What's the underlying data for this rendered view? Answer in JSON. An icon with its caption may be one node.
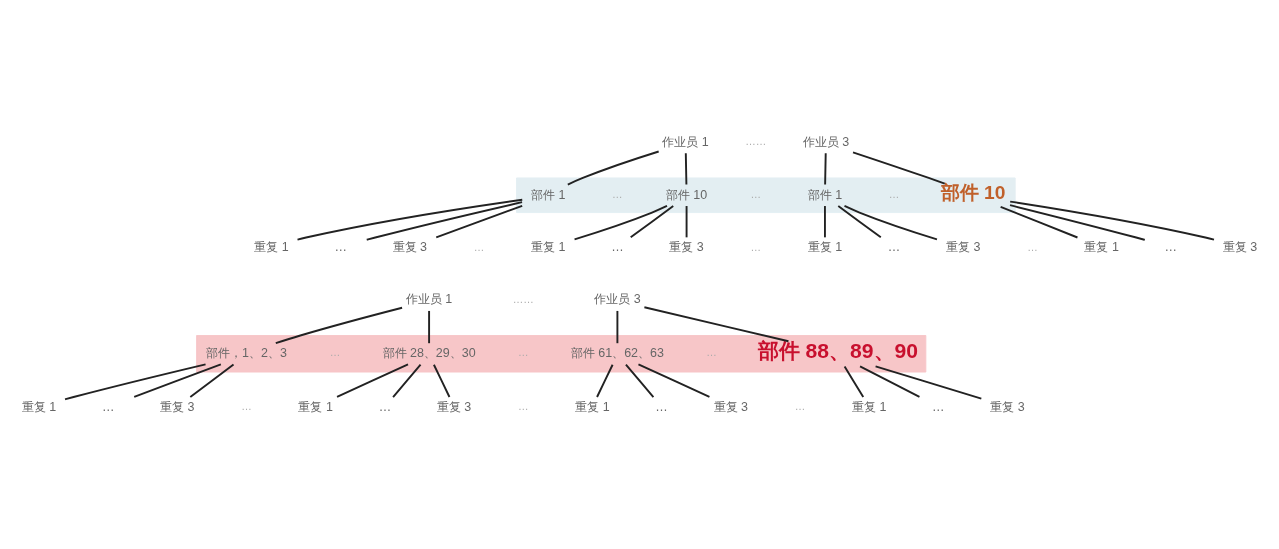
{
  "diagram": {
    "nodes": [
      {
        "text": [
          "作业员 1"
        ]
      },
      {
        "text": [
          "作业员 3"
        ]
      },
      {
        "text": [],
        "shape": "bar"
      },
      {
        "text": [
          "部件 1"
        ],
        "in": 2
      },
      {
        "text": [
          "部件 10"
        ],
        "in": 2
      },
      {
        "text": [
          "部件 1"
        ],
        "in": 2
      },
      {
        "text": [
          "部件 10"
        ],
        "in": 2
      },
      {
        "text": [
          "重复 1"
        ]
      },
      {
        "text": [
          "…"
        ]
      },
      {
        "text": [
          "重复 3"
        ]
      },
      {
        "text": [
          "重复 1"
        ]
      },
      {
        "text": [
          "…"
        ]
      },
      {
        "text": [
          "重复 3"
        ]
      },
      {
        "text": [
          "重复 1"
        ]
      },
      {
        "text": [
          "…"
        ]
      },
      {
        "text": [
          "重复 3"
        ]
      },
      {
        "text": [
          "重复 1"
        ]
      },
      {
        "text": [
          "…"
        ]
      },
      {
        "text": [
          "重复 3"
        ]
      },
      {
        "text": [
          "作业员 1"
        ]
      },
      {
        "text": [
          "作业员 3"
        ]
      },
      {
        "text": [],
        "shape": "bar"
      },
      {
        "text": [
          "部件，1、2、3"
        ],
        "in": 21
      },
      {
        "text": [
          "部件 28、29、30"
        ],
        "in": 21
      },
      {
        "text": [
          "部件 61、62、63"
        ],
        "in": 21
      },
      {
        "text": [
          "部件 88、89、90"
        ],
        "in": 21
      },
      {
        "text": [
          "重复 1"
        ]
      },
      {
        "text": [
          "…"
        ]
      },
      {
        "text": [
          "重复 3"
        ]
      },
      {
        "text": [
          "重复 1"
        ]
      },
      {
        "text": [
          "…"
        ]
      },
      {
        "text": [
          "重复 3"
        ]
      },
      {
        "text": [
          "重复 1"
        ]
      },
      {
        "text": [
          "…"
        ]
      },
      {
        "text": [
          "重复 3"
        ]
      },
      {
        "text": [
          "重复 1"
        ]
      },
      {
        "text": [
          "…"
        ]
      },
      {
        "text": [
          "重复 3"
        ]
      }
    ],
    "edges": [
      {
        "from": 0,
        "to": 3,
        "arrow": "none"
      },
      {
        "from": 0,
        "to": 4,
        "arrow": "none"
      },
      {
        "from": 1,
        "to": 5,
        "arrow": "none"
      },
      {
        "from": 1,
        "to": 6,
        "arrow": "none"
      },
      {
        "from": 3,
        "to": 7,
        "arrow": "none"
      },
      {
        "from": 3,
        "to": 8,
        "arrow": "none"
      },
      {
        "from": 3,
        "to": 9,
        "arrow": "none"
      },
      {
        "from": 4,
        "to": 10,
        "arrow": "none"
      },
      {
        "from": 4,
        "to": 11,
        "arrow": "none"
      },
      {
        "from": 4,
        "to": 12,
        "arrow": "none"
      },
      {
        "from": 5,
        "to": 13,
        "arrow": "none"
      },
      {
        "from": 5,
        "to": 14,
        "arrow": "none"
      },
      {
        "from": 5,
        "to": 15,
        "arrow": "none"
      },
      {
        "from": 6,
        "to": 16,
        "arrow": "none"
      },
      {
        "from": 6,
        "to": 17,
        "arrow": "none"
      },
      {
        "from": 6,
        "to": 18,
        "arrow": "none"
      },
      {
        "from": 19,
        "to": 22,
        "arrow": "none"
      },
      {
        "from": 19,
        "to": 23,
        "arrow": "none"
      },
      {
        "from": 20,
        "to": 24,
        "arrow": "none"
      },
      {
        "from": 20,
        "to": 25,
        "arrow": "none"
      },
      {
        "from": 22,
        "to": 26,
        "arrow": "none"
      },
      {
        "from": 22,
        "to": 27,
        "arrow": "none"
      },
      {
        "from": 22,
        "to": 28,
        "arrow": "none"
      },
      {
        "from": 23,
        "to": 29,
        "arrow": "none"
      },
      {
        "from": 23,
        "to": 30,
        "arrow": "none"
      },
      {
        "from": 23,
        "to": 31,
        "arrow": "none"
      },
      {
        "from": 24,
        "to": 32,
        "arrow": "none"
      },
      {
        "from": 24,
        "to": 33,
        "arrow": "none"
      },
      {
        "from": 24,
        "to": 34,
        "arrow": "none"
      },
      {
        "from": 25,
        "to": 35,
        "arrow": "none"
      },
      {
        "from": 25,
        "to": 36,
        "arrow": "none"
      },
      {
        "from": 25,
        "to": 37,
        "arrow": "none"
      }
    ],
    "labels": [
      "……",
      "…",
      "…",
      "…",
      "…",
      "…",
      "…",
      "……",
      "…",
      "…",
      "…",
      "…",
      "…",
      "…"
    ]
  }
}
